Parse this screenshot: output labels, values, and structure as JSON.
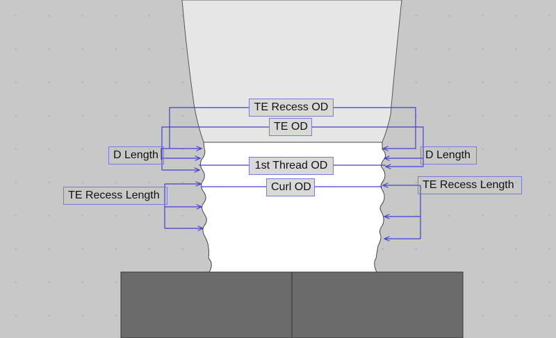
{
  "labels": {
    "te_recess_od": "TE Recess OD",
    "te_od": "TE OD",
    "d_length_left": "D Length",
    "d_length_right": "D Length",
    "first_thread_od": "1st Thread OD",
    "curl_od": "Curl OD",
    "te_recess_length_left": "TE Recess Length",
    "te_recess_length_right": "TE Recess Length"
  },
  "colors": {
    "background": "#c8c8c8",
    "upper_chamber": "#e6e6e6",
    "part_body": "#ffffff",
    "base_block": "#6b6b6b",
    "dimension_line": "#4040d0"
  }
}
